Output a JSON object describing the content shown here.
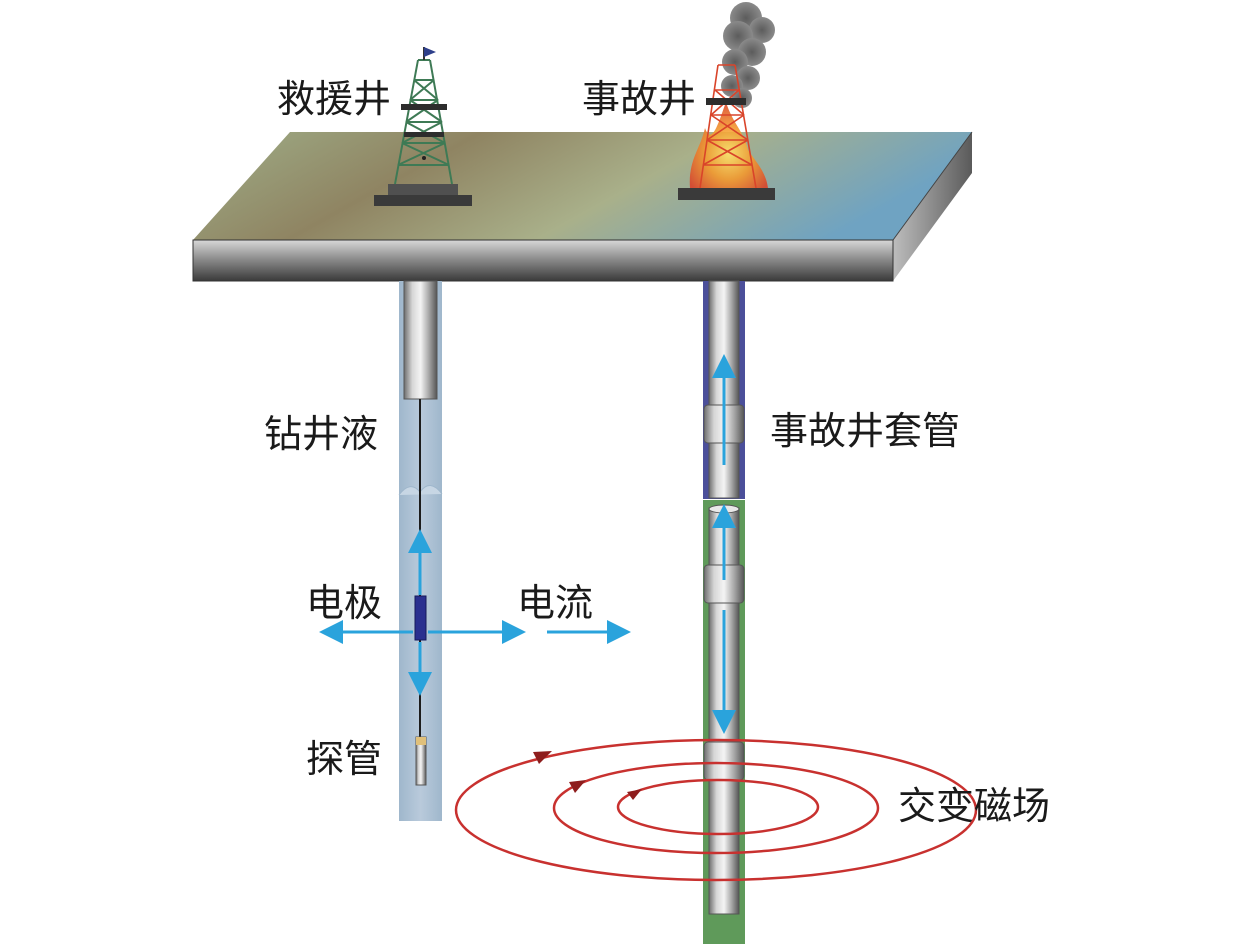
{
  "labels": {
    "rescue_well": "救援井",
    "accident_well": "事故井",
    "drilling_fluid": "钻井液",
    "accident_well_casing": "事故井套管",
    "electrode": "电极",
    "current": "电流",
    "probe": "探管",
    "alternating_magnetic_field": "交变磁场"
  },
  "icons": {
    "rescue_rig": "drilling-derrick-icon",
    "accident_rig": "burning-derrick-icon"
  },
  "colors": {
    "ground_top": "#8f8f68",
    "rescue_fluid": "#a9bfd2",
    "casing_sleeve": "#4b4f9a",
    "open_hole": "#5f9a5a",
    "current_arrow": "#2aa3dc",
    "magnetic_field": "#c8312f",
    "derrick_rescue": "#3e7a55",
    "derrick_fire": "#d9442a"
  }
}
